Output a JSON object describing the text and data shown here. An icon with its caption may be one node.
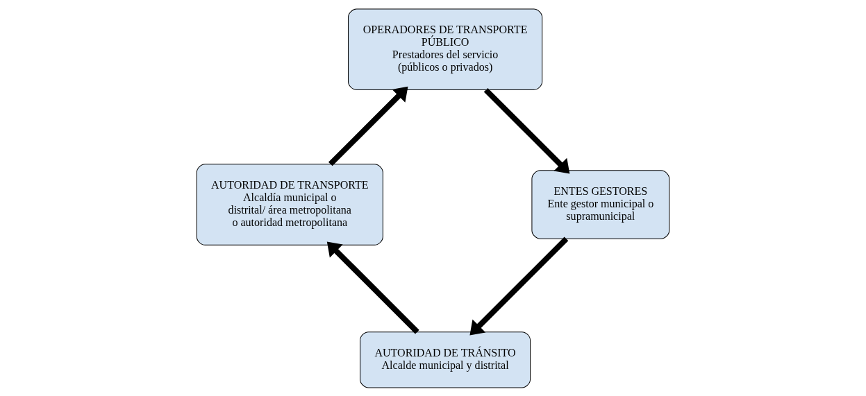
{
  "diagram": {
    "nodes": [
      {
        "text": [
          "AUTORIDAD DE TRÁNSITO",
          "Alcalde municipal y distrital"
        ]
      },
      {
        "text": [
          "AUTORIDAD DE TRANSPORTE",
          "Alcaldía municipal o distrital/ área metropolitana o autoridad metropolitana"
        ]
      },
      {
        "text": [
          "OPERADORES DE TRANSPORTE PÚBLICO",
          "Prestadores del servicio (públicos o privados)"
        ]
      },
      {
        "text": [
          "ENTES GESTORES",
          "Ente gestor municipal o supramunicipal"
        ]
      }
    ],
    "edges": [
      {
        "from": 0,
        "to": 1,
        "arrow": "to"
      },
      {
        "from": 1,
        "to": 2,
        "arrow": "to"
      },
      {
        "from": 2,
        "to": 3,
        "arrow": "to"
      },
      {
        "from": 3,
        "to": 0,
        "arrow": "to"
      }
    ]
  }
}
